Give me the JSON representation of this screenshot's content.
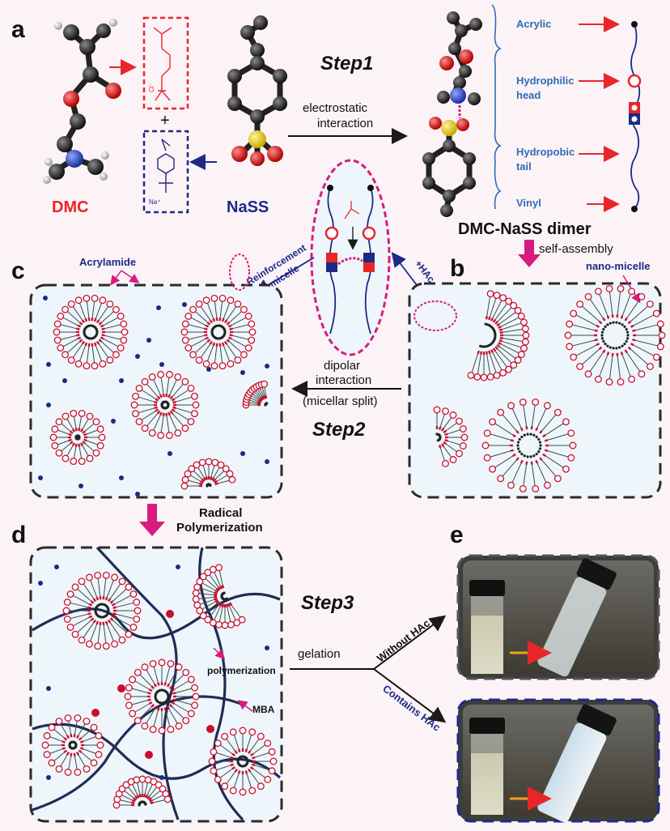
{
  "panels": {
    "a": "a",
    "b": "b",
    "c": "c",
    "d": "d",
    "e": "e"
  },
  "molecules": {
    "dmc": "DMC",
    "nass": "NaSS",
    "plus": "+",
    "dmc_small_label": "Cl⁻",
    "nass_small_label": "Na⁺"
  },
  "steps": {
    "step1": "Step1",
    "step2": "Step2",
    "step3": "Step3"
  },
  "arrows": {
    "electrostatic_line1": "electrostatic",
    "electrostatic_line2": "interaction",
    "self_assembly": "self-assembly",
    "dipolar_line1": "dipolar",
    "dipolar_line2": "interaction",
    "micellar_split": "(micellar split)",
    "radical_line1": "Radical",
    "radical_line2": "Polymerization",
    "reinforcement_line1": "Reinforcement",
    "reinforcement_line2": "of micelle",
    "hac": "+HAc",
    "gelation": "gelation",
    "without_hac": "Without HAc",
    "contains_hac": "Contains HAc"
  },
  "dimer": {
    "title": "DMC-NaSS dimer",
    "acrylic": "Acrylic",
    "hydrophilic_line1": "Hydrophilic",
    "hydrophilic_line2": "head",
    "hydrophobic_line1": "Hydropobic",
    "hydrophobic_line2": "tail",
    "vinyl": "Vinyl"
  },
  "labels": {
    "acrylamide": "Acrylamide",
    "nano_micelle": "nano-micelle",
    "polymerization": "polymerization",
    "mba": "MBA"
  },
  "colors": {
    "red": "#e8262a",
    "navy": "#1c2a86",
    "blue_text": "#2f6bb5",
    "magenta": "#d81b7e",
    "box": "#2b2b2b",
    "panel_bg": "#eef6fb"
  }
}
